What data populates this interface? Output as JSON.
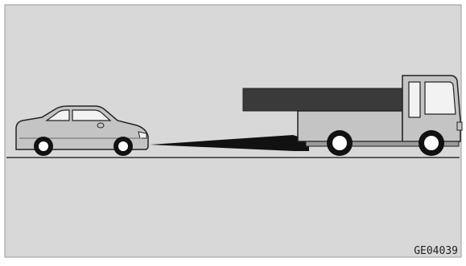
{
  "figure": {
    "code": "GE04039",
    "description_items": [
      "car",
      "truck",
      "tow-bar",
      "ground-line"
    ]
  },
  "colors": {
    "background": "#ffffff",
    "panel": "#d8d8d8",
    "panel_border": "#9a9a9a",
    "car_body": "#c4c4c4",
    "truck_body": "#c4c4c4",
    "truck_cargo_top": "#3a3a3a",
    "outline": "#222222",
    "tow_bar": "#111111",
    "wheel": "#111111",
    "wheel_hub": "#ffffff",
    "window": "#f2f2f2",
    "ground": "#333333"
  }
}
